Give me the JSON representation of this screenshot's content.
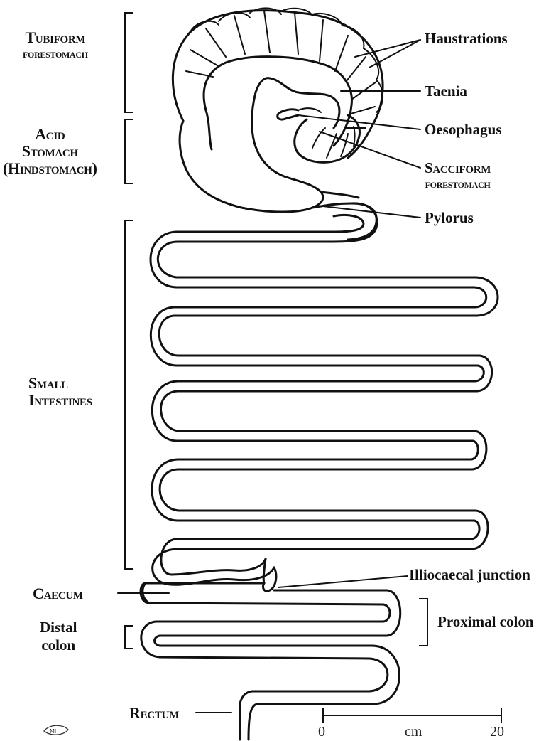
{
  "labels": {
    "tubiform": [
      "Tubiform",
      "forestomach"
    ],
    "acid": [
      "Acid",
      "Stomach",
      "(Hindstomach)"
    ],
    "small_intestines": [
      "Small",
      "Intestines"
    ],
    "caecum": "Caecum",
    "distal_colon": [
      "Distal",
      "colon"
    ],
    "rectum": "Rectum",
    "haustrations": "Haustrations",
    "taenia": "Taenia",
    "oesophagus": "Oesophagus",
    "sacciform": [
      "Sacciform",
      "forestomach"
    ],
    "pylorus": "Pylorus",
    "illiocaecal": "Illiocaecal junction",
    "proximal_colon": "Proximal colon"
  },
  "scale_bar": {
    "start": "0",
    "unit": "cm",
    "end": "20"
  },
  "signature": "MI"
}
